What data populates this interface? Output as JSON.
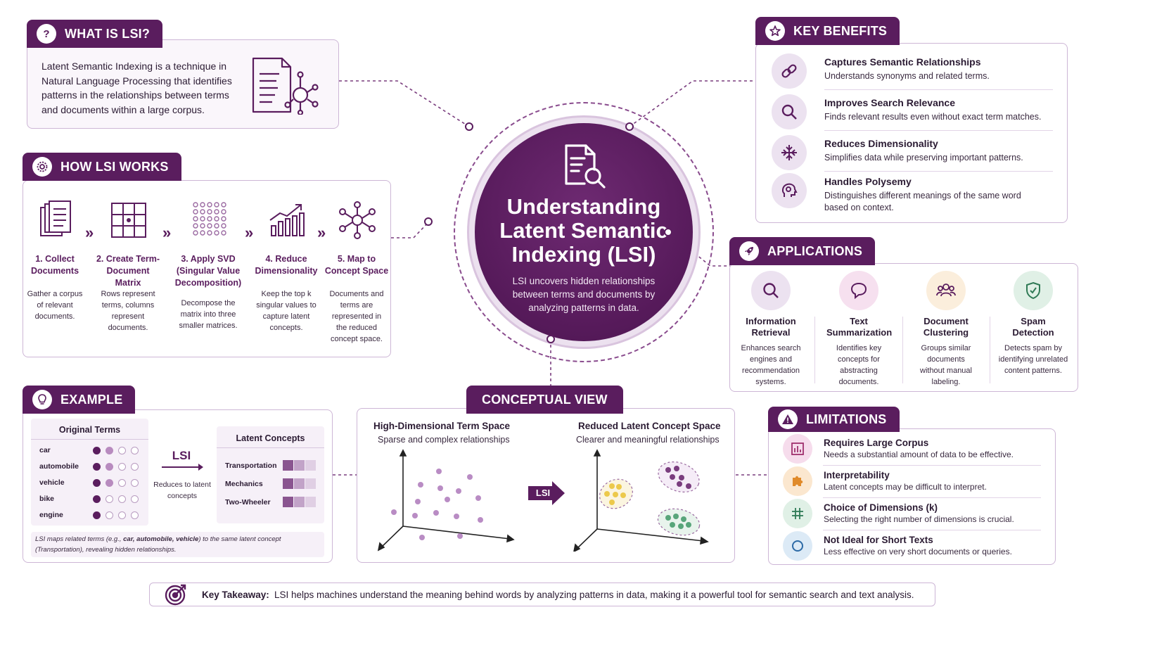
{
  "hub": {
    "title_line1": "Understanding",
    "title_line2": "Latent Semantic",
    "title_line3": "Indexing (LSI)",
    "subtitle": "LSI uncovers hidden relationships between terms and documents by analyzing patterns in data."
  },
  "what_is": {
    "heading": "WHAT IS LSI?",
    "text": "Latent Semantic Indexing is a technique in Natural Language Processing that identifies patterns in the relationships between terms and documents within a large corpus."
  },
  "how_works": {
    "heading": "HOW LSI WORKS",
    "steps": [
      {
        "title": "1. Collect Documents",
        "desc": "Gather a corpus of relevant documents."
      },
      {
        "title": "2. Create Term-Document Matrix",
        "desc": "Rows represent terms, columns represent documents."
      },
      {
        "title": "3. Apply SVD (Singular Value Decomposition)",
        "desc": "Decompose the matrix into three smaller matrices."
      },
      {
        "title": "4. Reduce Dimensionality",
        "desc": "Keep the top k singular values to capture latent concepts."
      },
      {
        "title": "5. Map to Concept Space",
        "desc": "Documents and terms are represented in the reduced concept space."
      }
    ],
    "chevron": "»"
  },
  "benefits": {
    "heading": "KEY BENEFITS",
    "items": [
      {
        "title": "Captures Semantic Relationships",
        "desc": "Understands synonyms and related terms.",
        "icon": "link-icon"
      },
      {
        "title": "Improves Search Relevance",
        "desc": "Finds relevant results even without exact term matches.",
        "icon": "search-icon"
      },
      {
        "title": "Reduces Dimensionality",
        "desc": "Simplifies data while preserving important patterns.",
        "icon": "compress-icon"
      },
      {
        "title": "Handles Polysemy",
        "desc": "Distinguishes different meanings of the same word based on context.",
        "icon": "brain-icon"
      }
    ]
  },
  "applications": {
    "heading": "APPLICATIONS",
    "items": [
      {
        "title": "Information Retrieval",
        "desc": "Enhances search engines and recommendation systems.",
        "icon": "search-icon",
        "color": "#ece2f0"
      },
      {
        "title": "Text Summarization",
        "desc": "Identifies key concepts for abstracting documents.",
        "icon": "chat-icon",
        "color": "#f6e0ef"
      },
      {
        "title": "Document Clustering",
        "desc": "Groups similar documents without manual labeling.",
        "icon": "group-icon",
        "color": "#fbeedc"
      },
      {
        "title": "Spam Detection",
        "desc": "Detects spam by identifying unrelated content patterns.",
        "icon": "shield-icon",
        "color": "#e0f0e6"
      }
    ]
  },
  "example": {
    "heading": "EXAMPLE",
    "original_header": "Original Terms",
    "terms": [
      {
        "label": "car",
        "dots": [
          1,
          2,
          0,
          0
        ]
      },
      {
        "label": "automobile",
        "dots": [
          1,
          2,
          0,
          0
        ]
      },
      {
        "label": "vehicle",
        "dots": [
          1,
          2,
          0,
          0
        ]
      },
      {
        "label": "bike",
        "dots": [
          1,
          0,
          0,
          0
        ]
      },
      {
        "label": "engine",
        "dots": [
          1,
          0,
          0,
          0
        ]
      }
    ],
    "lsi_label": "LSI",
    "reduces_label": "Reduces to latent concepts",
    "latent_header": "Latent Concepts",
    "concepts": [
      "Transportation",
      "Mechanics",
      "Two-Wheeler"
    ],
    "note_part1": "LSI maps related terms (e.g., ",
    "note_bold": "car, automobile, vehicle",
    "note_part2": ") to the same latent concept (Transportation), revealing hidden relationships."
  },
  "conceptual": {
    "heading": "CONCEPTUAL VIEW",
    "left_title": "High-Dimensional Term Space",
    "left_sub": "Sparse and complex relationships",
    "right_title": "Reduced Latent Concept Space",
    "right_sub": "Clearer and meaningful relationships",
    "arrow_label": "LSI"
  },
  "limitations": {
    "heading": "LIMITATIONS",
    "items": [
      {
        "title": "Requires Large Corpus",
        "desc": "Needs a substantial amount of data to be effective.",
        "icon": "bar-chart-icon",
        "color": "#f6dcec"
      },
      {
        "title": "Interpretability",
        "desc": "Latent concepts may be difficult to interpret.",
        "icon": "puzzle-icon",
        "color": "#fbe7cf"
      },
      {
        "title": "Choice of Dimensions (k)",
        "desc": "Selecting the right number of dimensions is crucial.",
        "icon": "grid-icon",
        "color": "#e0f0e6"
      },
      {
        "title": "Not Ideal for Short Texts",
        "desc": "Less effective on very short documents or queries.",
        "icon": "circle-icon",
        "color": "#dceaf6"
      }
    ]
  },
  "takeaway": {
    "label": "Key Takeaway:",
    "text": "LSI helps machines understand the meaning behind words by analyzing patterns in data, making it a powerful tool for semantic search and text analysis."
  },
  "colors": {
    "primary": "#5a1d5e",
    "border": "#cdb6d6",
    "accent_light": "#ece2f0"
  }
}
